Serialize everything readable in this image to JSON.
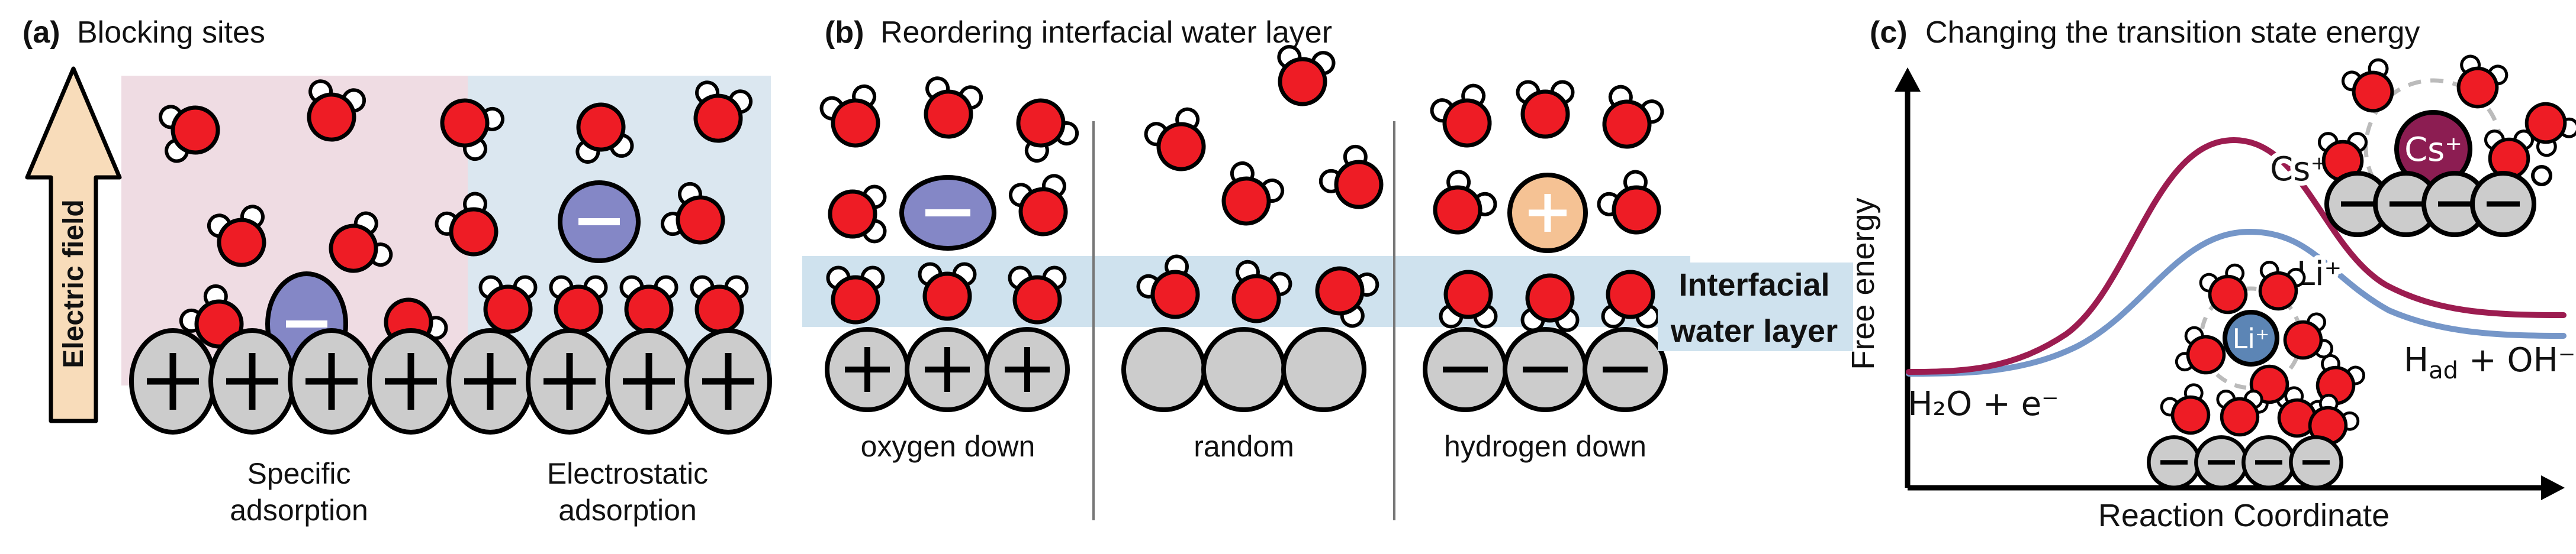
{
  "colors": {
    "water_oxygen": "#ee1c25",
    "hydrogen_white": "#ffffff",
    "electrode_gray": "#cccccc",
    "anion_purple": "#8487c6",
    "cation_orange": "#f5c294",
    "field_arrow_fill": "#f8dcba",
    "pink_region": "#efdce3",
    "blue_region": "#dbe7f0",
    "water_band": "#cfe2ee",
    "cs_curve": "#9c1c50",
    "li_curve": "#7596c8",
    "cs_ion_fill": "#8c1d52",
    "li_ion_fill": "#5c85b5",
    "divider_gray": "#777777"
  },
  "panel_a": {
    "tag": "(a)",
    "title": "Blocking sites",
    "electric_field_label": "Electric field",
    "left_label": [
      "Specific",
      "adsorption"
    ],
    "right_label": [
      "Electrostatic",
      "adsorption"
    ]
  },
  "panel_b": {
    "tag": "(b)",
    "title": "Reordering interfacial water layer",
    "sub_labels": [
      "oxygen down",
      "random",
      "hydrogen down"
    ],
    "band_label": [
      "Interfacial",
      "water layer"
    ]
  },
  "panel_c": {
    "tag": "(c)",
    "title": "Changing the transition state energy",
    "y_axis_label": "Free energy",
    "x_axis_label": "Reaction Coordinate",
    "cs_curve_label": "Cs⁺",
    "li_curve_label": "Li⁺",
    "cs_ion_label": "Cs⁺",
    "li_ion_label": "Li⁺",
    "reactant_label": "H₂O + e⁻",
    "product_main": "H",
    "product_sub": "ad",
    "product_rest": " + OH⁻"
  }
}
